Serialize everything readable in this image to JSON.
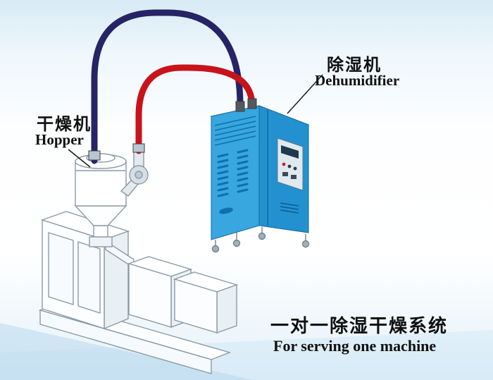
{
  "labels": {
    "dryer_cn": "干燥机",
    "dryer_en": "Hopper",
    "dehumidifier_cn": "除湿机",
    "dehumidifier_en": "Dehumidifier"
  },
  "caption": {
    "cn": "一对一除湿干燥系统",
    "en": "For serving one machine"
  },
  "colors": {
    "pipe_red": "#c8131b",
    "pipe_navy": "#262366",
    "cabinet_front": "#38a6df",
    "cabinet_side": "#2391cf",
    "cabinet_top": "#9dd6f1",
    "cabinet_detail": "#0f6fb0",
    "port_dark": "#55595f",
    "machine_stroke": "#8b9aa5"
  }
}
